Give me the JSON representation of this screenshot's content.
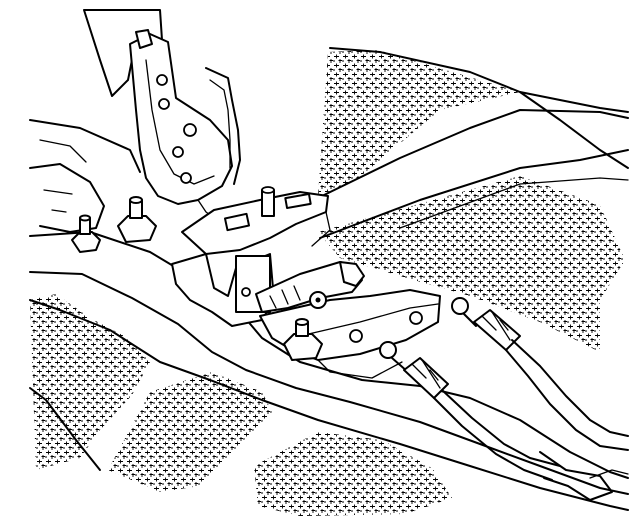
{
  "figure": {
    "colors": {
      "line": "#000000",
      "background": "#ffffff",
      "shading": "#000000"
    },
    "components": [
      "frame-rail",
      "shaded-floor-panel",
      "hood-hinge-arm",
      "hood-latch-bracket",
      "latch-lever",
      "mounting-nut",
      "release-cable"
    ]
  }
}
